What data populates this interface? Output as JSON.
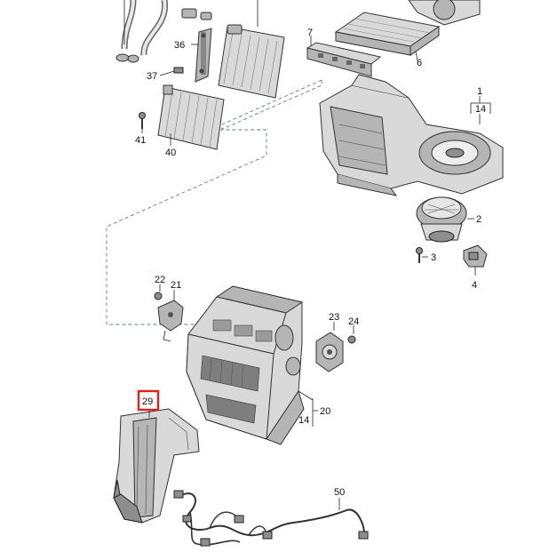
{
  "labels": {
    "l1": "1",
    "l14a": "14",
    "l2": "2",
    "l3": "3",
    "l4": "4",
    "l6": "6",
    "l7": "7",
    "l36": "36",
    "l37": "37",
    "l40": "40",
    "l41": "41",
    "l22": "22",
    "l21": "21",
    "l23": "23",
    "l24": "24",
    "l29": "29",
    "l14b": "14",
    "l20": "20",
    "l50": "50"
  },
  "highlight": {
    "label": "29",
    "color": "#e0211d"
  }
}
